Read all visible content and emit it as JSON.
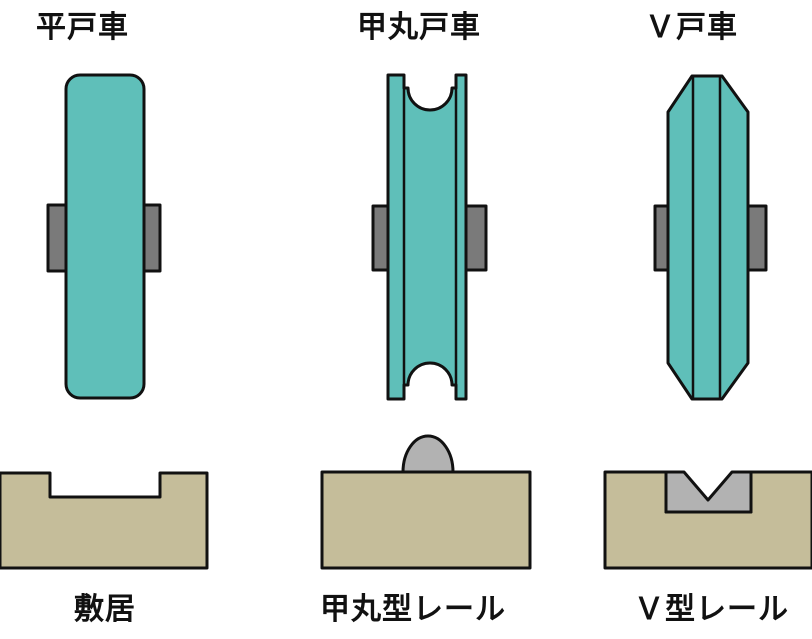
{
  "wheels": {
    "flat": {
      "title": "平戸車"
    },
    "round": {
      "title": "甲丸戸車"
    },
    "v": {
      "title": "Ｖ戸車"
    }
  },
  "rails": {
    "flat": {
      "label": "敷居"
    },
    "round": {
      "label": "甲丸型レール"
    },
    "v": {
      "label": "Ｖ型レール"
    }
  },
  "colors": {
    "wheel": "#5fbfb9",
    "axle": "#7a7a7a",
    "sill": "#c5bd9a",
    "rail": "#b2b2b2",
    "outline": "#111111"
  }
}
